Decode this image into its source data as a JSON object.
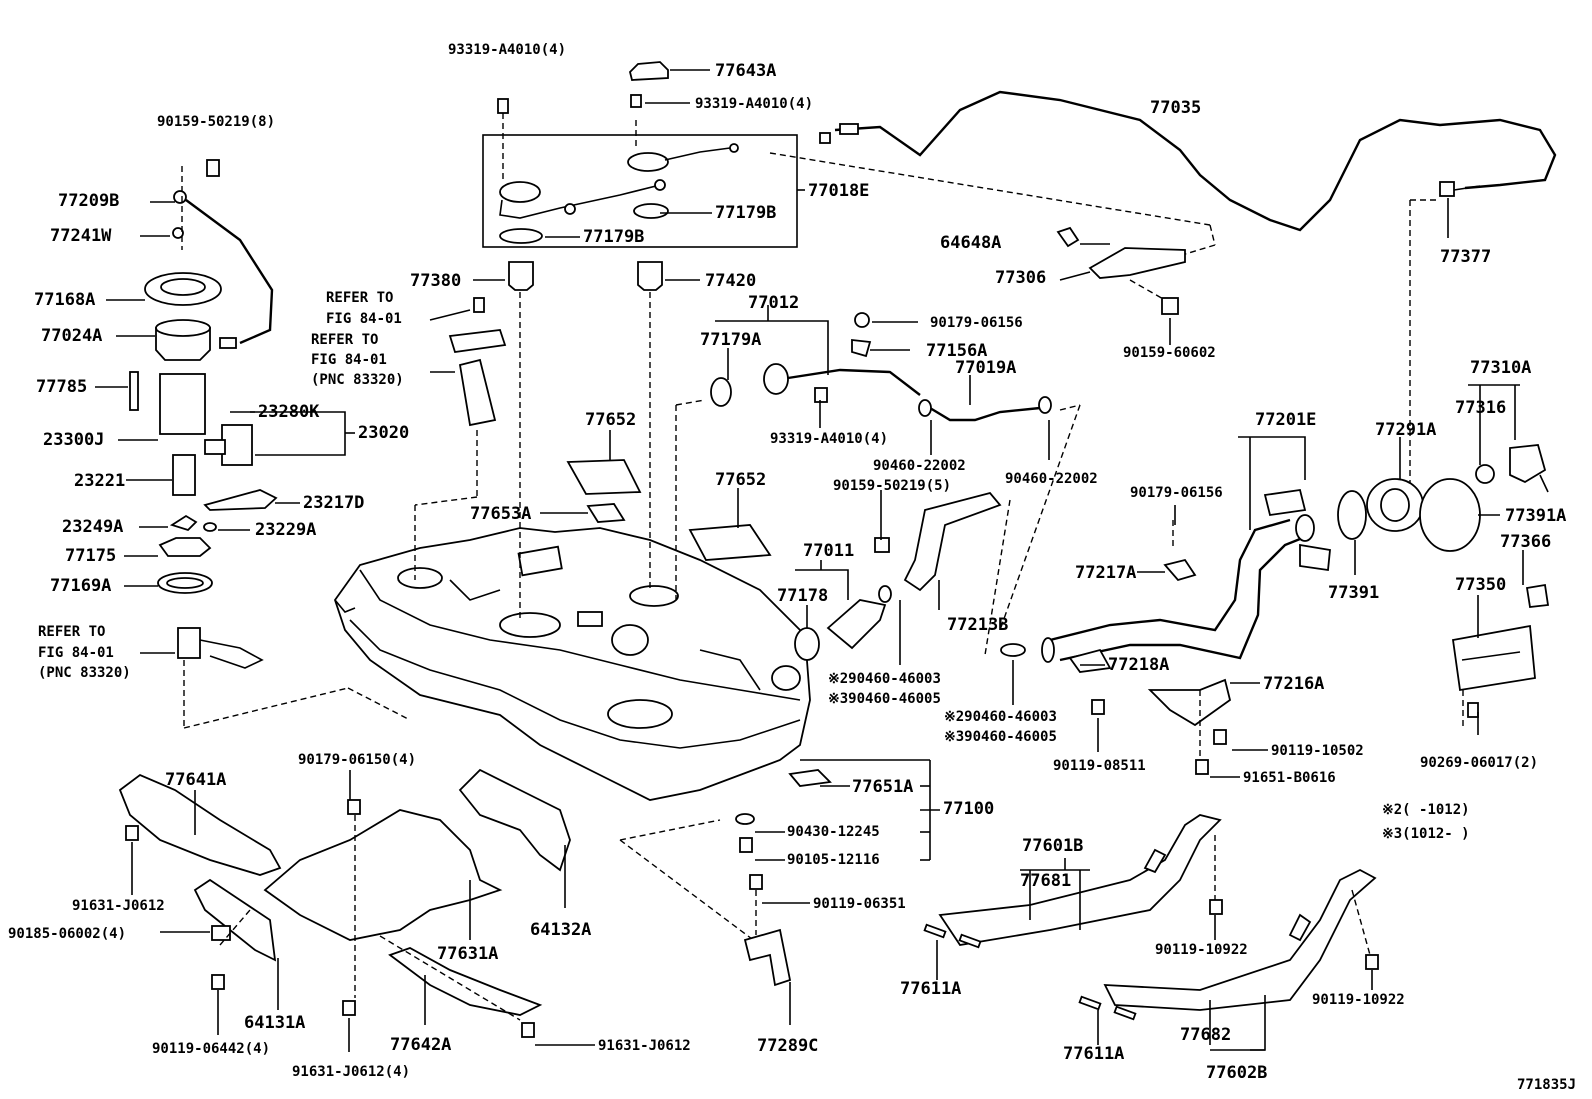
{
  "labels": {
    "l93319_top": "93319-A4010(4)",
    "l77643A": "77643A",
    "l93319_b": "93319-A4010(4)",
    "l77035": "77035",
    "l90159_8": "90159-50219(8)",
    "l77209B": "77209B",
    "l77241W": "77241W",
    "l77168A": "77168A",
    "l77024A": "77024A",
    "l77785": "77785",
    "l23300J": "23300J",
    "l23221": "23221",
    "l23249A": "23249A",
    "l77175": "77175",
    "l77169A": "77169A",
    "l_refer3a": "REFER TO",
    "l_refer3b": "FIG 84-01",
    "l_refer3c": "(PNC 83320)",
    "l77018E": "77018E",
    "l77179B_r": "77179B",
    "l77179B_l": "77179B",
    "l64648A": "64648A",
    "l77306": "77306",
    "l77377": "77377",
    "l77380": "77380",
    "l77420": "77420",
    "l_refer1a": "REFER TO",
    "l_refer1b": "FIG 84-01",
    "l_refer2a": "REFER TO",
    "l_refer2b": "FIG 84-01",
    "l_refer2c": "(PNC 83320)",
    "l23280K": "23280K",
    "l23020": "23020",
    "l23217D": "23217D",
    "l23229A": "23229A",
    "l77012": "77012",
    "l77179A": "77179A",
    "l90179_06156a": "90179-06156",
    "l77156A": "77156A",
    "l90159_60602": "90159-60602",
    "l77019A": "77019A",
    "l93319_m": "93319-A4010(4)",
    "l90460_22002a": "90460-22002",
    "l90460_22002b": "90460-22002",
    "l77652a": "77652",
    "l77652b": "77652",
    "l77653A": "77653A",
    "l90159_5": "90159-50219(5)",
    "l77011": "77011",
    "l77178": "77178",
    "l77213B": "77213B",
    "l_ast2a": "※290460-46003",
    "l_ast3a": "※390460-46005",
    "l_ast2b": "※290460-46003",
    "l_ast3b": "※390460-46005",
    "l77201E": "77201E",
    "l90179_06156b": "90179-06156",
    "l77217A": "77217A",
    "l77218A": "77218A",
    "l77216A": "77216A",
    "l77291A": "77291A",
    "l77310A": "77310A",
    "l77316": "77316",
    "l77391A": "77391A",
    "l77391": "77391",
    "l77366": "77366",
    "l77350": "77350",
    "l90119_10502": "90119-10502",
    "l91651": "91651-B0616",
    "l90119_08511": "90119-08511",
    "l90269": "90269-06017(2)",
    "l_note2": "※2(  -1012)",
    "l_note3": "※3(1012-  )",
    "l77641A": "77641A",
    "l90179_06150": "90179-06150(4)",
    "l77651A": "77651A",
    "l77100": "77100",
    "l90430": "90430-12245",
    "l90105": "90105-12116",
    "l90119_06351": "90119-06351",
    "l91631_a": "91631-J0612",
    "l90185": "90185-06002(4)",
    "l64131A": "64131A",
    "l90119_06442": "90119-06442(4)",
    "l77631A": "77631A",
    "l64132A": "64132A",
    "l77642A": "77642A",
    "l91631_b": "91631-J0612",
    "l91631_c": "91631-J0612(4)",
    "l77289C": "77289C",
    "l77601B": "77601B",
    "l77681": "77681",
    "l90119_10922a": "90119-10922",
    "l90119_10922b": "90119-10922",
    "l77611A_a": "77611A",
    "l77611A_b": "77611A",
    "l77682": "77682",
    "l77602B": "77602B",
    "l_code": "771835J"
  }
}
